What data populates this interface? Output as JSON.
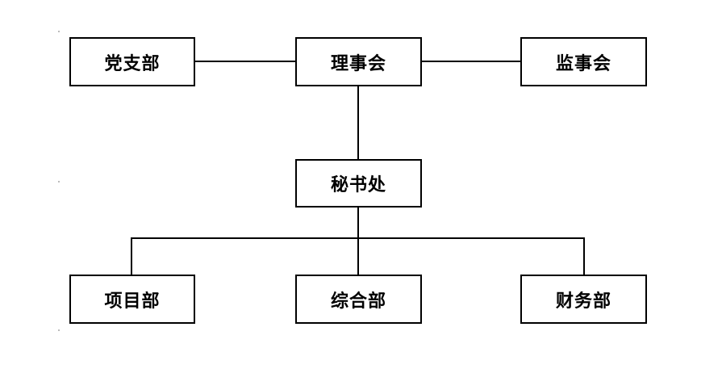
{
  "org_chart": {
    "top_row": {
      "left": "党支部",
      "center": "理事会",
      "right": "监事会"
    },
    "middle": "秘书处",
    "bottom_row": {
      "left": "项目部",
      "center": "综合部",
      "right": "财务部"
    }
  },
  "colors": {
    "line": "#000000",
    "box_border": "#000000",
    "background": "#ffffff"
  }
}
